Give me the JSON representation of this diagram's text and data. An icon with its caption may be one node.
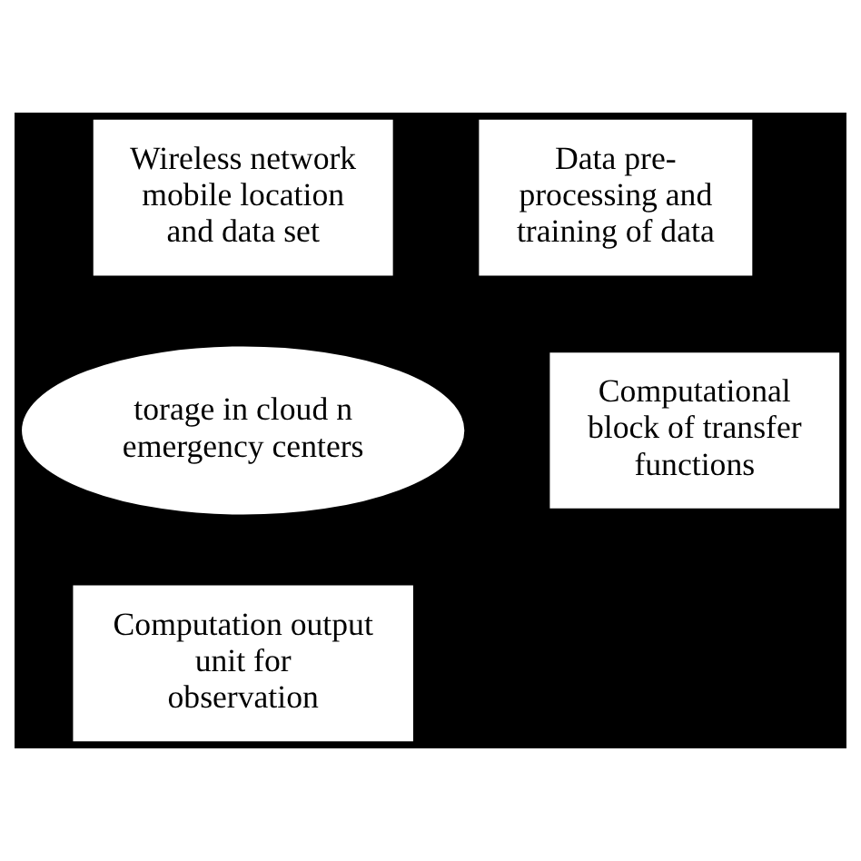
{
  "diagram": {
    "nodes": [
      {
        "text": [
          "Wireless network mobile location and data set"
        ]
      },
      {
        "text": [
          "Data pre-processing and training of data"
        ]
      },
      {
        "text": [
          "torage in cloud n emergency centers"
        ]
      },
      {
        "text": [
          "Computational block of transfer functions"
        ]
      },
      {
        "text": [
          "Computation output unit for observation"
        ]
      }
    ],
    "edges": []
  }
}
